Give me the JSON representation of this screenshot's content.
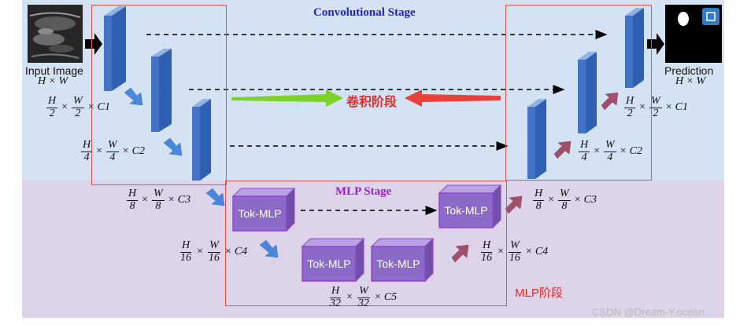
{
  "diagram": {
    "conv_stage_title": "Convolutional Stage",
    "mlp_stage_title": "MLP Stage",
    "input_label": "Input Image",
    "input_dims": "H × W",
    "output_label": "Prediction",
    "output_dims": "H × W",
    "block_label": "Tok-MLP",
    "conv_cn_label": "卷积阶段",
    "mlp_cn_label": "MLP阶段",
    "watermark": "CSDN @Dream-Y.ocean",
    "dims": {
      "l1": {
        "n1": "H",
        "d1": "2",
        "n2": "W",
        "d2": "2",
        "c": "C1"
      },
      "l2": {
        "n1": "H",
        "d1": "4",
        "n2": "W",
        "d2": "4",
        "c": "C2"
      },
      "l3": {
        "n1": "H",
        "d1": "8",
        "n2": "W",
        "d2": "8",
        "c": "C3"
      },
      "l4": {
        "n1": "H",
        "d1": "16",
        "n2": "W",
        "d2": "16",
        "c": "C4"
      },
      "l5": {
        "n1": "H",
        "d1": "32",
        "n2": "W",
        "d2": "32",
        "c": "C5"
      },
      "r1": {
        "n1": "H",
        "d1": "2",
        "n2": "W",
        "d2": "2",
        "c": "C1"
      },
      "r2": {
        "n1": "H",
        "d1": "4",
        "n2": "W",
        "d2": "4",
        "c": "C2"
      },
      "r3": {
        "n1": "H",
        "d1": "8",
        "n2": "W",
        "d2": "8",
        "c": "C3"
      },
      "r4": {
        "n1": "H",
        "d1": "16",
        "n2": "W",
        "d2": "16",
        "c": "C4"
      }
    },
    "colors": {
      "conv_bg": "#d3e3f3",
      "mlp_bg": "#ddd4ea",
      "conv_block": "#4472c4",
      "tok_block": "#8c6bc8",
      "down_arrow": "#4a86d9",
      "up_arrow": "#a0506a",
      "red_box": "#e4534a",
      "green_arrow": "#7dd22a",
      "red_arrow": "#e8403a"
    }
  }
}
